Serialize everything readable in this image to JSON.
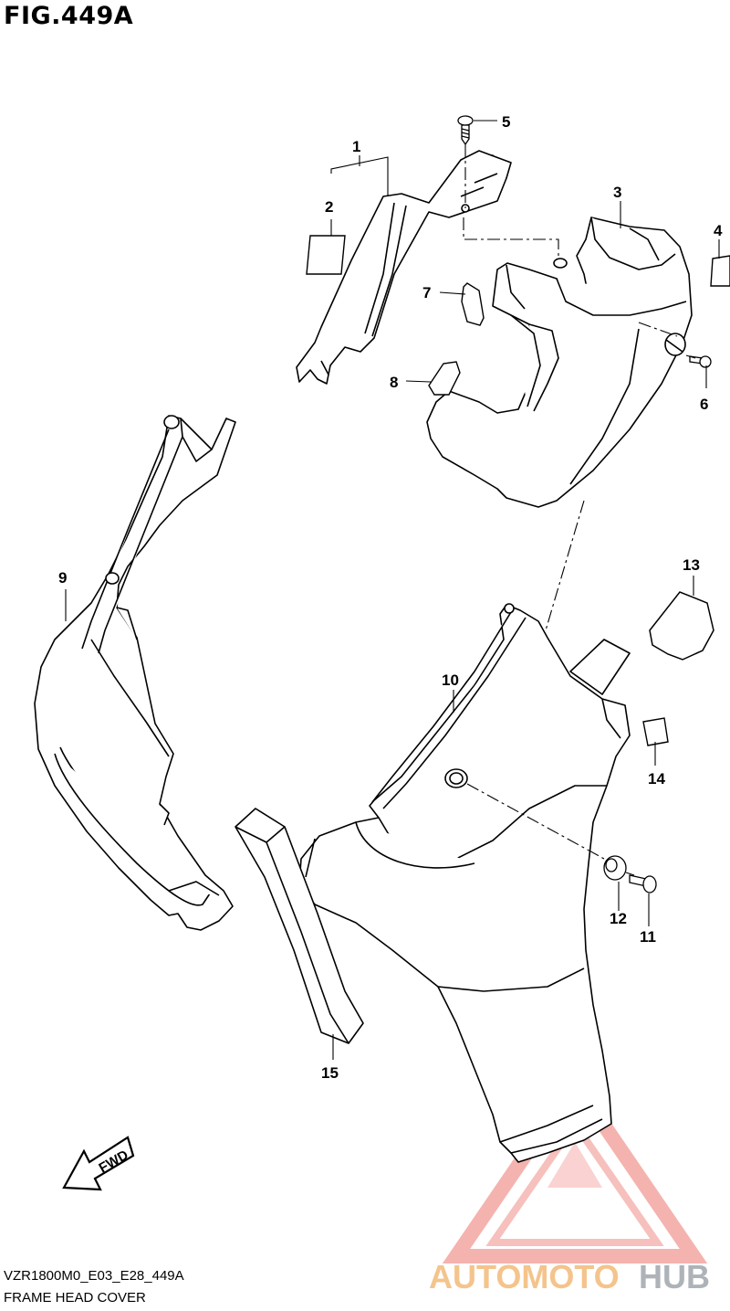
{
  "figure": {
    "title": "FIG.449A",
    "code": "VZR1800M0_E03_E28_449A",
    "name": "FRAME HEAD COVER"
  },
  "callouts": [
    "1",
    "2",
    "3",
    "4",
    "5",
    "6",
    "7",
    "8",
    "9",
    "10",
    "11",
    "12",
    "13",
    "14",
    "15"
  ],
  "fwd_label": "FWD",
  "watermark": {
    "part1": "AUTOMOTO",
    "part2": "HUB",
    "color_primary": "#f4c48c",
    "color_secondary": "#aeb3b9",
    "triangle_color": "#e8574f"
  },
  "colors": {
    "line": "#000000",
    "fill": "#ffffff"
  }
}
